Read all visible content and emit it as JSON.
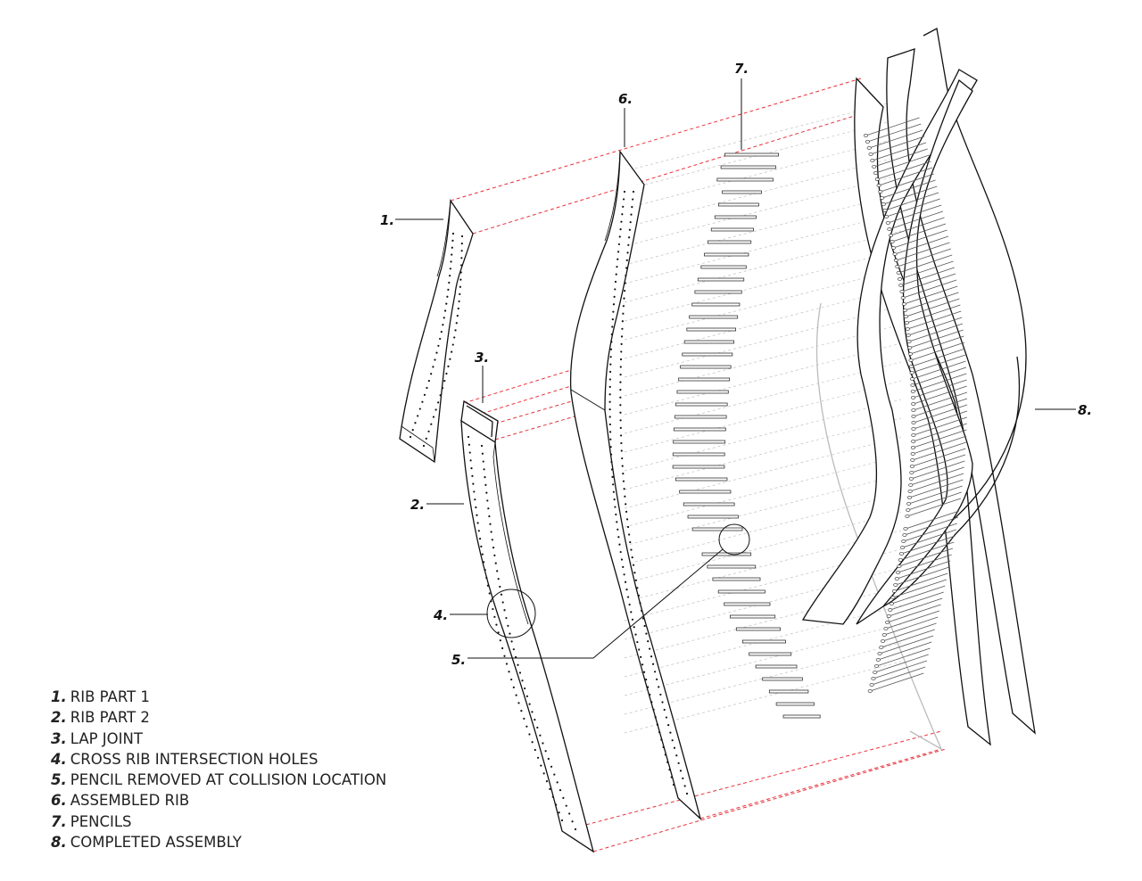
{
  "callouts": {
    "c1": "1.",
    "c2": "2.",
    "c3": "3.",
    "c4": "4.",
    "c5": "5.",
    "c6": "6.",
    "c7": "7.",
    "c8": "8."
  },
  "legend": [
    {
      "num": "1.",
      "label": "RIB PART 1"
    },
    {
      "num": "2.",
      "label": "RIB PART 2"
    },
    {
      "num": "3.",
      "label": "LAP JOINT"
    },
    {
      "num": "4.",
      "label": "CROSS RIB INTERSECTION HOLES"
    },
    {
      "num": "5.",
      "label": "PENCIL REMOVED AT COLLISION LOCATION"
    },
    {
      "num": "6.",
      "label": "ASSEMBLED RIB"
    },
    {
      "num": "7.",
      "label": "PENCILS"
    },
    {
      "num": "8.",
      "label": "COMPLETED ASSEMBLY"
    }
  ],
  "colors": {
    "line": "#111111",
    "guide": "#e8323c",
    "faint": "#b0b0b0"
  }
}
